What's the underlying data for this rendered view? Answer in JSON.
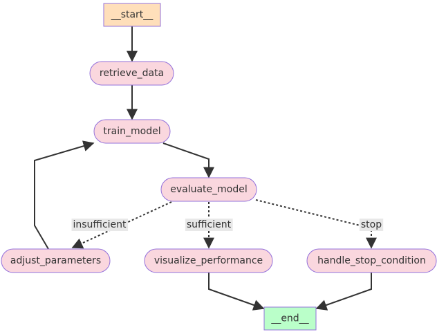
{
  "colors": {
    "start_fill": "#ffdfba",
    "end_fill": "#baffc9",
    "node_fill": "#fad7de",
    "node_stroke": "#9370db",
    "edge_stroke": "#333333",
    "edge_label_bg": "#e8e8e8",
    "text": "#333333"
  },
  "nodes": [
    {
      "id": "start",
      "label": "__start__",
      "kind": "terminal-start"
    },
    {
      "id": "retrieve_data",
      "label": "retrieve_data",
      "kind": "step"
    },
    {
      "id": "train_model",
      "label": "train_model",
      "kind": "step"
    },
    {
      "id": "evaluate_model",
      "label": "evaluate_model",
      "kind": "step"
    },
    {
      "id": "adjust_parameters",
      "label": "adjust_parameters",
      "kind": "step"
    },
    {
      "id": "visualize_performance",
      "label": "visualize_performance",
      "kind": "step"
    },
    {
      "id": "handle_stop_condition",
      "label": "handle_stop_condition",
      "kind": "step"
    },
    {
      "id": "end",
      "label": "__end__",
      "kind": "terminal-end"
    }
  ],
  "edges": [
    {
      "from": "start",
      "to": "retrieve_data",
      "style": "solid",
      "label": ""
    },
    {
      "from": "retrieve_data",
      "to": "train_model",
      "style": "solid",
      "label": ""
    },
    {
      "from": "train_model",
      "to": "evaluate_model",
      "style": "solid",
      "label": ""
    },
    {
      "from": "evaluate_model",
      "to": "adjust_parameters",
      "style": "dotted",
      "label": "insufficient"
    },
    {
      "from": "evaluate_model",
      "to": "visualize_performance",
      "style": "dotted",
      "label": "sufficient"
    },
    {
      "from": "evaluate_model",
      "to": "handle_stop_condition",
      "style": "dotted",
      "label": "stop"
    },
    {
      "from": "adjust_parameters",
      "to": "train_model",
      "style": "solid",
      "label": ""
    },
    {
      "from": "visualize_performance",
      "to": "end",
      "style": "solid",
      "label": ""
    },
    {
      "from": "handle_stop_condition",
      "to": "end",
      "style": "solid",
      "label": ""
    }
  ]
}
